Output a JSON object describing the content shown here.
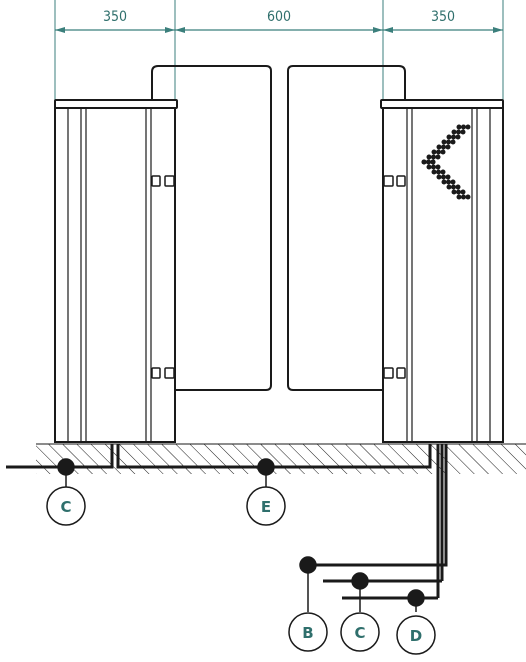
{
  "dimensions": {
    "left_width": "350",
    "passage_width": "600",
    "right_width": "350"
  },
  "callouts": {
    "left_cable": "C",
    "passage_cable": "E",
    "right_cable_1": "B",
    "right_cable_2": "C",
    "right_cable_3": "D"
  },
  "colors": {
    "dimension": "#3b7f7c",
    "callout": "#2f6f6c",
    "line": "#1a1a1a"
  },
  "arrow_indicator": {
    "direction": "left",
    "icon": "chevron-left-dot-matrix-icon"
  }
}
